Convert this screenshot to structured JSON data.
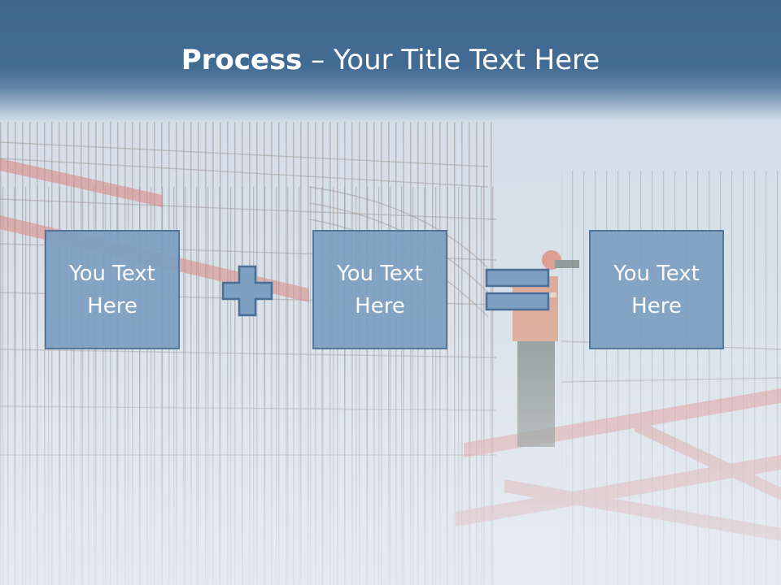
{
  "slide": {
    "title_bold": "Process",
    "title_rest": " – Your Title Text Here",
    "boxes": [
      {
        "label": "You Text Here"
      },
      {
        "label": "You Text Here"
      },
      {
        "label": "You Text Here"
      }
    ],
    "operators": [
      "plus-icon",
      "equals-icon"
    ],
    "colors": {
      "header": "#426b93",
      "box_fill": "#7d9fc2",
      "box_border": "#4a6f96",
      "text": "#ffffff"
    }
  }
}
